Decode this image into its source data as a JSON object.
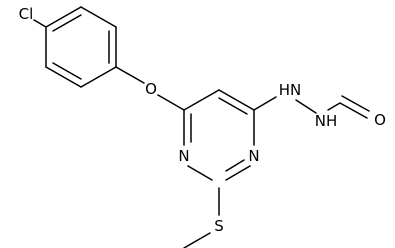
{
  "structure": {
    "atoms": {
      "chlorine": "Cl",
      "ether_oxygen": "O",
      "ring_nitrogen_left": "N",
      "ring_nitrogen_right": "N",
      "hydrazine_nh_upper": "HN",
      "hydrazine_nh_lower": "NH",
      "carbonyl_oxygen": "O",
      "sulfur": "S"
    }
  }
}
